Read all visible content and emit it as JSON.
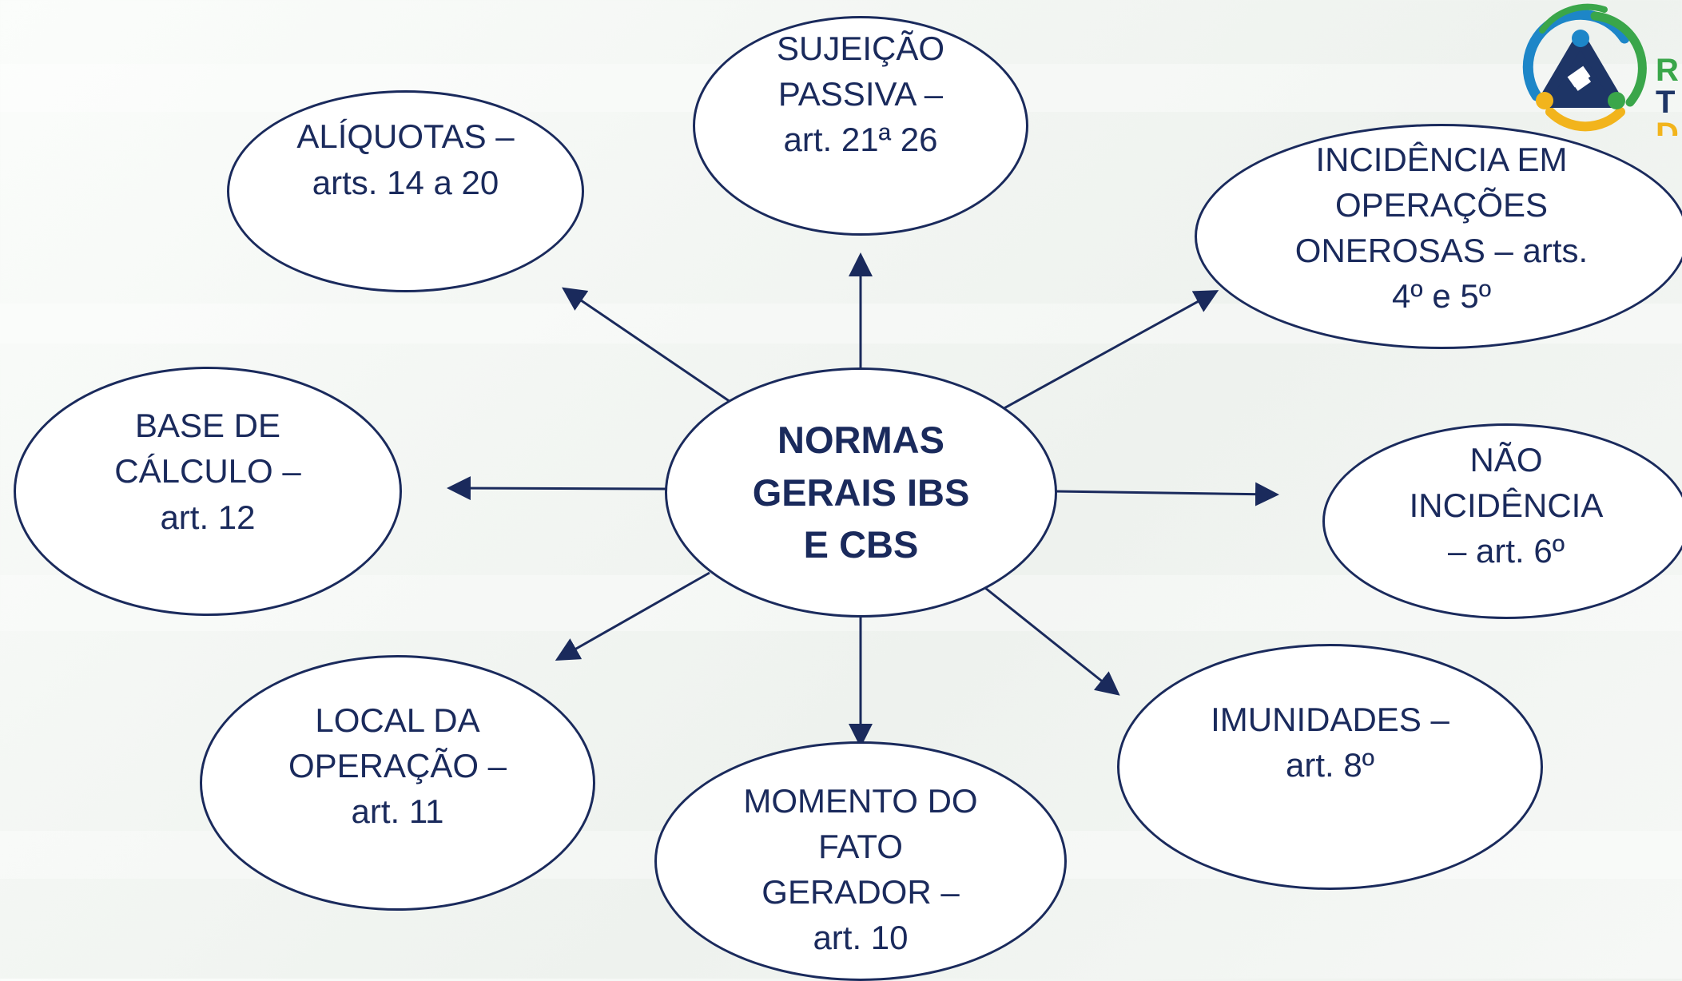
{
  "diagram": {
    "center": {
      "label": "NORMAS\nGERAIS IBS\nE CBS"
    },
    "nodes": [
      {
        "id": "aliquotas",
        "label": "ALÍQUOTAS –\narts. 14 a 20"
      },
      {
        "id": "sujeicao-passiva",
        "label": "SUJEIÇÃO\nPASSIVA –\nart. 21ª 26"
      },
      {
        "id": "incidencia-onerosas",
        "label": "INCIDÊNCIA EM\nOPERAÇÕES\nONEROSAS – arts.\n4º e 5º"
      },
      {
        "id": "nao-incidencia",
        "label": "NÃO\nINCIDÊNCIA\n– art. 6º"
      },
      {
        "id": "imunidades",
        "label": "IMUNIDADES –\nart. 8º"
      },
      {
        "id": "momento-fato-gerador",
        "label": "MOMENTO DO\nFATO\nGERADOR –\nart. 10"
      },
      {
        "id": "local-operacao",
        "label": "LOCAL DA\nOPERAÇÃO –\nart. 11"
      },
      {
        "id": "base-calculo",
        "label": "BASE DE\nCÁLCULO –\nart. 12"
      }
    ]
  },
  "logo": {
    "icon": "receita-federal-seal-icon",
    "text": "R\nT\nD"
  },
  "colors": {
    "ink": "#1a2a5c",
    "node_fill": "#ffffff",
    "logo_green": "#3aa64a",
    "logo_blue": "#1d86c8",
    "logo_yellow": "#f2b41c"
  }
}
